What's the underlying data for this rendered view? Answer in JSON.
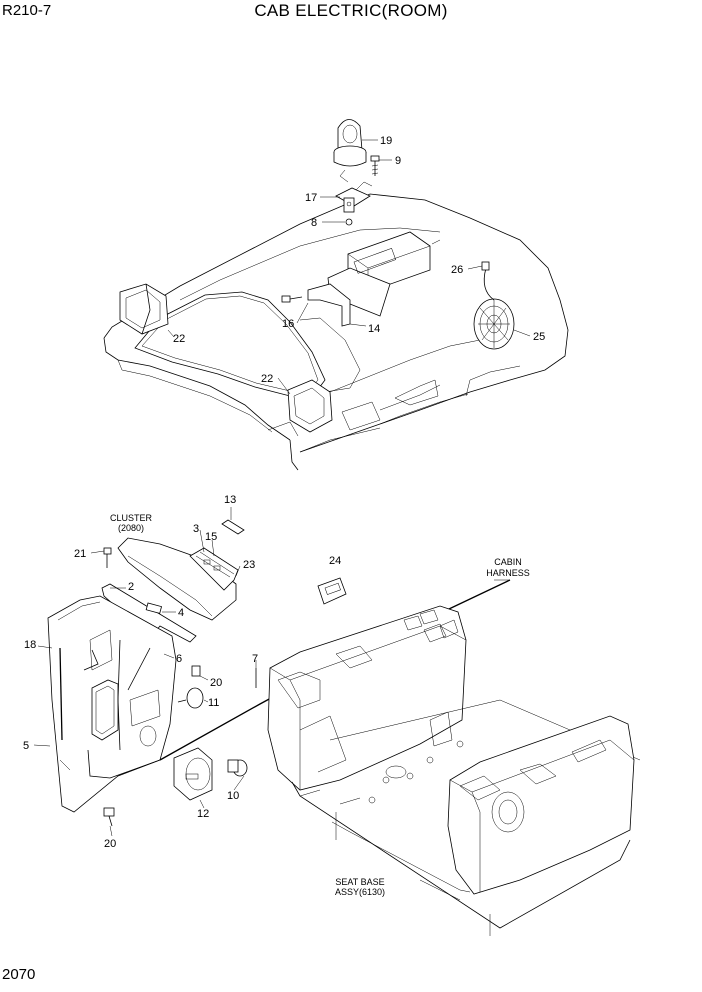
{
  "header": {
    "model": "R210-7",
    "title": "CAB ELECTRIC(ROOM)"
  },
  "footer": {
    "page_number": "2070"
  },
  "callouts": {
    "p19": "19",
    "p9": "9",
    "p17": "17",
    "p8": "8",
    "p26": "26",
    "p16": "16",
    "p14": "14",
    "p25": "25",
    "p22a": "22",
    "p22b": "22",
    "p13": "13",
    "p3": "3",
    "p15": "15",
    "p23": "23",
    "p21": "21",
    "p2": "2",
    "p4": "4",
    "p24": "24",
    "p18": "18",
    "p6": "6",
    "p7": "7",
    "p20a": "20",
    "p11": "11",
    "p5": "5",
    "p10": "10",
    "p12": "12",
    "p20b": "20"
  },
  "notes": {
    "cluster_line1": "CLUSTER",
    "cluster_line2": "(2080)",
    "cabin_line1": "CABIN",
    "cabin_line2": "HARNESS",
    "seat_line1": "SEAT BASE",
    "seat_line2": "ASSY(6130)"
  }
}
